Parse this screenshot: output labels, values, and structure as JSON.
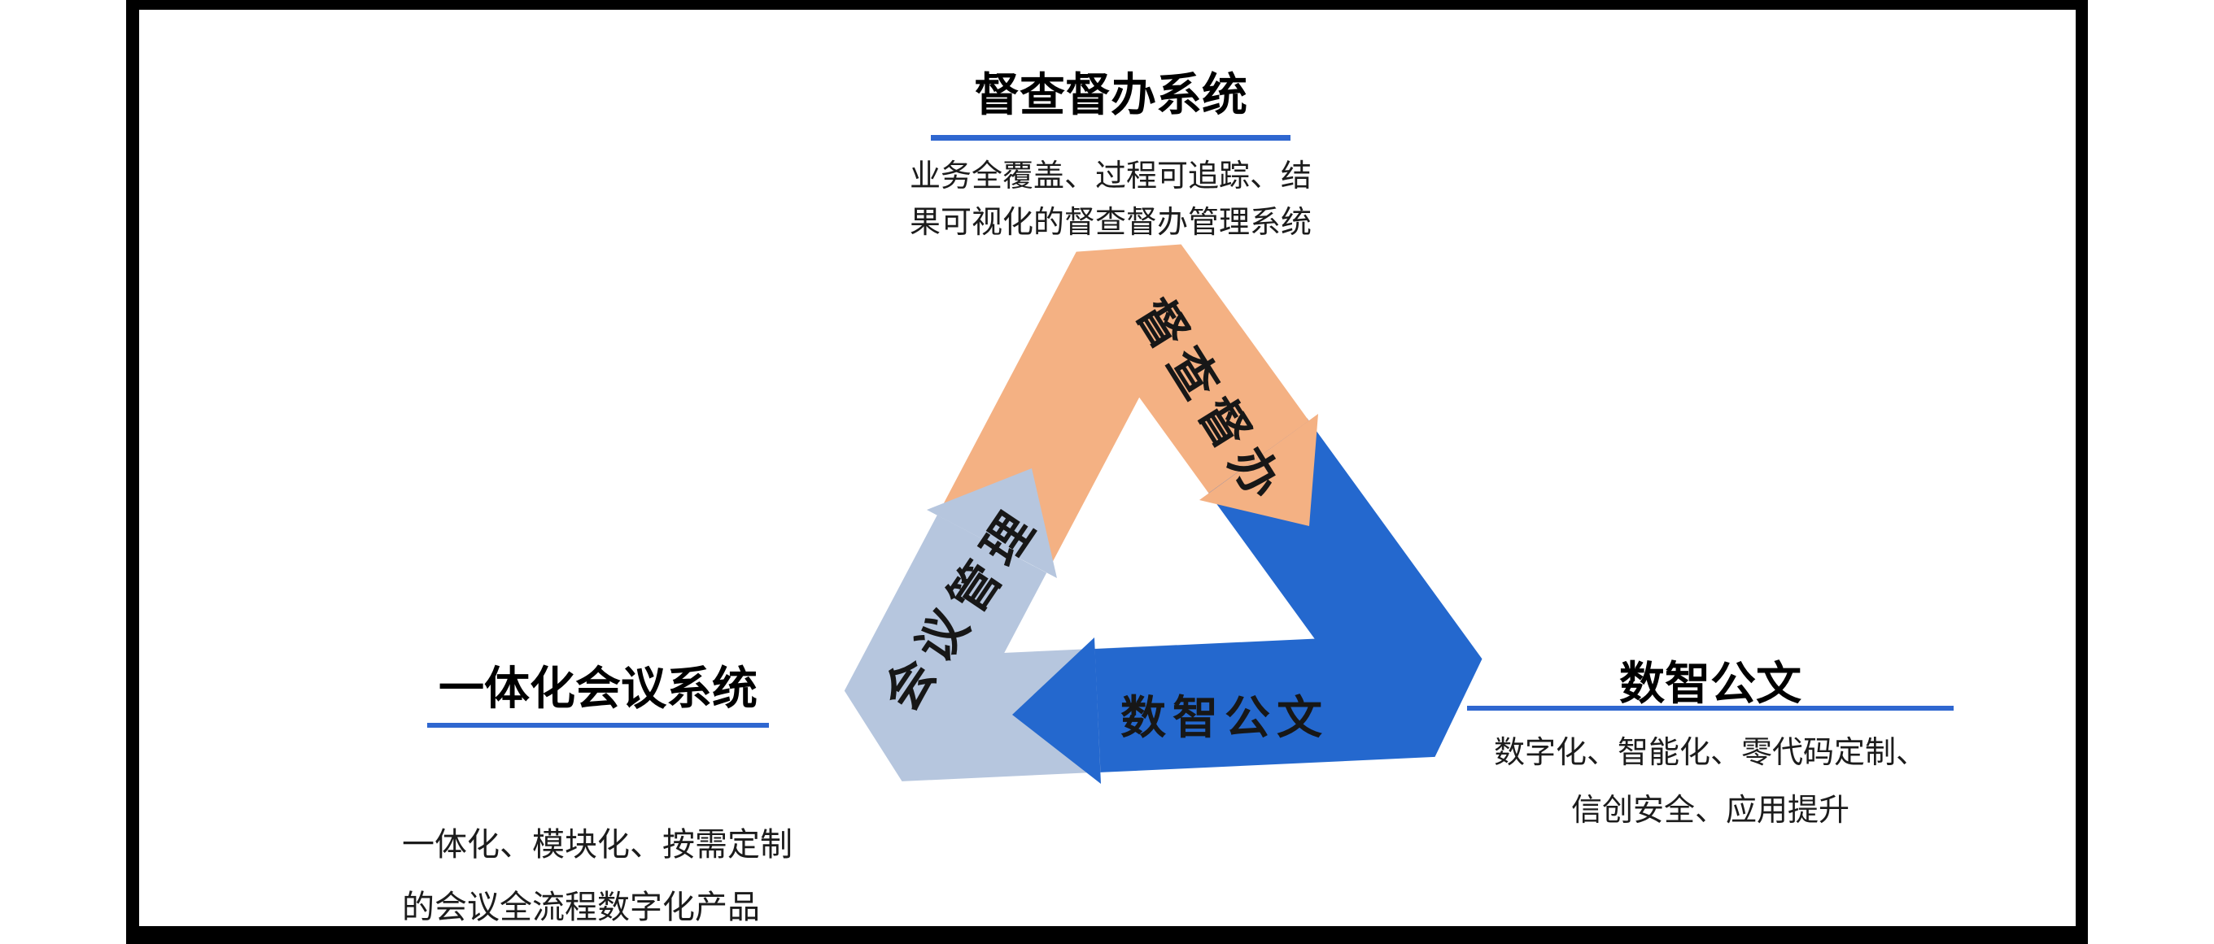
{
  "frame": {
    "border_color": "#000000"
  },
  "systems": {
    "top": {
      "title": "督查督办系统",
      "desc_line1": "业务全覆盖、过程可追踪、结",
      "desc_line2": "果可视化的督查督办管理系统"
    },
    "left": {
      "title": "一体化会议系统",
      "desc_line1": "一体化、模块化、按需定制",
      "desc_line2": "的会议全流程数字化产品"
    },
    "right": {
      "title": "数智公文",
      "desc_line1": "数字化、智能化、零代码定制、",
      "desc_line2": "信创安全、应用提升"
    }
  },
  "cycle": {
    "arrows": [
      {
        "id": "supervision",
        "label": "督查督办",
        "color": "#F4B183"
      },
      {
        "id": "document",
        "label": "数智公文",
        "color": "#2468CE"
      },
      {
        "id": "meeting",
        "label": "会议管理",
        "color": "#B6C6DE"
      }
    ]
  },
  "colors": {
    "underline_blue": "#2F67D0",
    "arrow_label_text": "#171717",
    "title_text": "#000000",
    "description_text": "#1c1c1c"
  }
}
